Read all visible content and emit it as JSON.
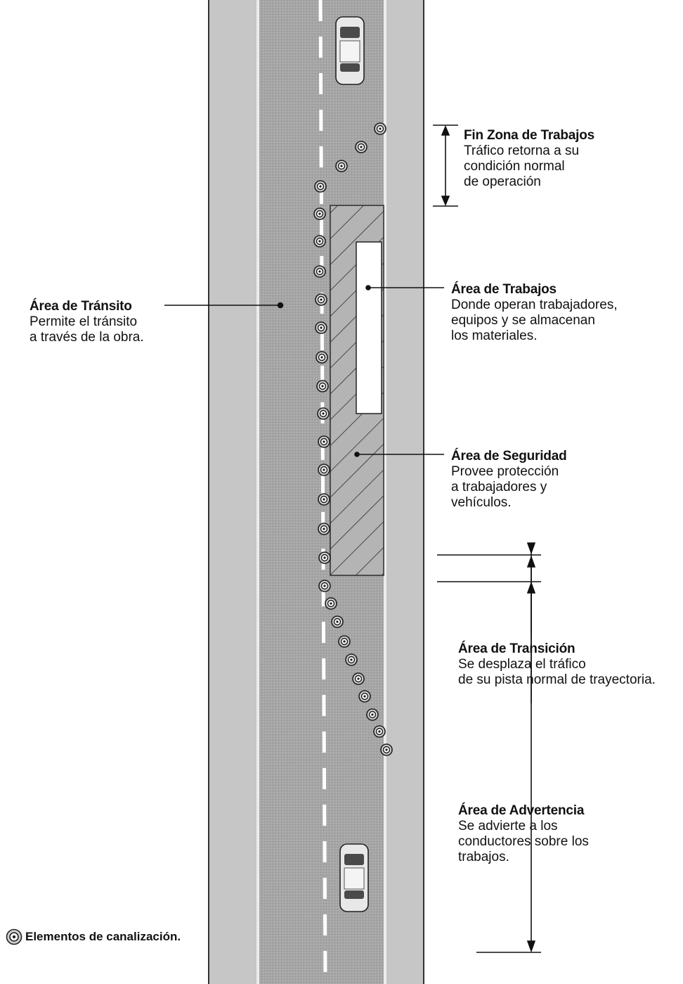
{
  "labels": {
    "fin_zona": {
      "title": "Fin Zona de Trabajos",
      "lines": [
        "Tráfico retorna a su",
        "condición normal",
        "de operación"
      ]
    },
    "area_trabajos": {
      "title": "Área de Trabajos",
      "lines": [
        "Donde operan trabajadores,",
        "equipos y se almacenan",
        "los materiales."
      ]
    },
    "area_transito": {
      "title": "Área de Tránsito",
      "lines": [
        "Permite el tránsito",
        "a través de la obra."
      ]
    },
    "area_seguridad": {
      "title": "Área de Seguridad",
      "lines": [
        "Provee protección",
        "a trabajadores y",
        "vehículos."
      ]
    },
    "area_transicion": {
      "title": "Área de Transición",
      "lines": [
        "Se desplaza el tráfico",
        "de su pista normal de trayectoria."
      ]
    },
    "area_advertencia": {
      "title": "Área de Advertencia",
      "lines": [
        "Se advierte a los",
        "conductores sobre los",
        "trabajos."
      ]
    }
  },
  "legend": {
    "text": "Elementos de canalización."
  },
  "colors": {
    "road": "#a9a9a9",
    "shoulder": "#c9c9c9",
    "road_border": "#333333",
    "lane_marking": "#ffffff",
    "hatch": "#2b2b2b",
    "car_body": "#e8e8e8"
  }
}
